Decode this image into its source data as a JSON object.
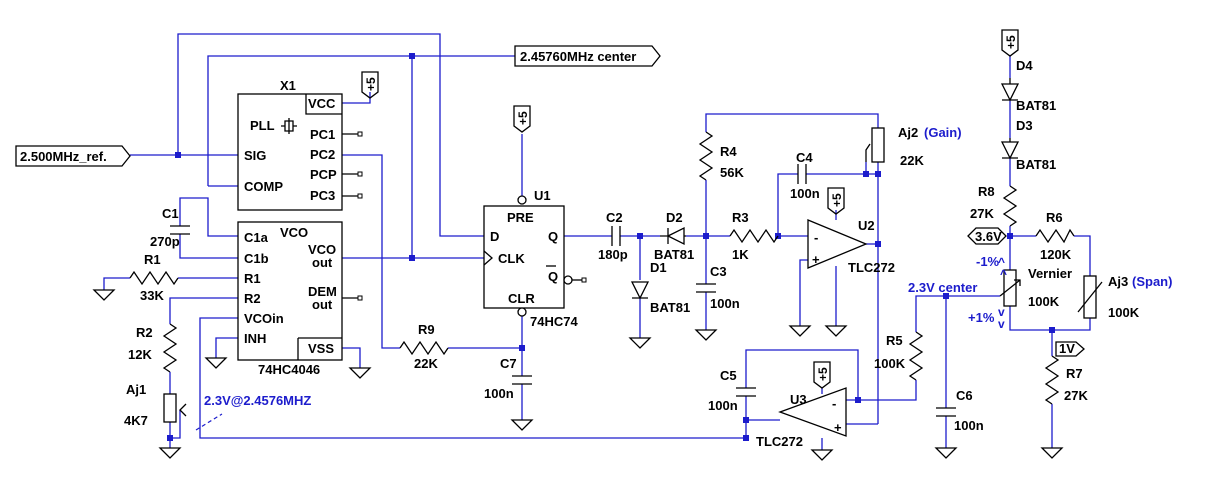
{
  "flags": {
    "center": "2.45760MHz  center",
    "ref": "2.500MHz_ref.",
    "v36": "3.6V",
    "v1": "1V",
    "plus5": "+5"
  },
  "x1": {
    "ref": "X1",
    "vcc": "VCC",
    "pll": "PLL",
    "pc1": "PC1",
    "sig": "SIG",
    "pc2": "PC2",
    "pcp": "PCP",
    "comp": "COMP",
    "pc3": "PC3",
    "vco": "VCO",
    "c1a": "C1a",
    "c1b": "C1b",
    "vco_out_1": "VCO",
    "vco_out_2": "out",
    "r1": "R1",
    "r2": "R2",
    "dem_1": "DEM",
    "dem_2": "out",
    "vcoin": "VCOin",
    "inh": "INH",
    "vss": "VSS",
    "part": "74HC4046"
  },
  "u1": {
    "ref": "U1",
    "pre": "PRE",
    "d": "D",
    "q": "Q",
    "clk": "CLK",
    "qbar": "Q",
    "clr": "CLR",
    "part": "74HC74"
  },
  "comps": {
    "c1": "C1",
    "c1v": "270p",
    "r1": "R1",
    "r1v": "33K",
    "r2": "R2",
    "r2v": "12K",
    "aj1": "Aj1",
    "aj1v": "4K7",
    "r9": "R9",
    "r9v": "22K",
    "c7": "C7",
    "c7v": "100n",
    "c2": "C2",
    "c2v": "180p",
    "d2": "D2",
    "d2v": "BAT81",
    "d1": "D1",
    "d1v": "BAT81",
    "c3": "C3",
    "c3v": "100n",
    "r3": "R3",
    "r3v": "1K",
    "r4": "R4",
    "r4v": "56K",
    "c4": "C4",
    "c4v": "100n",
    "aj2": "Aj2",
    "aj2note": "(Gain)",
    "aj2v": "22K",
    "u2": "U2",
    "u2v": "TLC272",
    "c5": "C5",
    "c5v": "100n",
    "u3": "U3",
    "u3v": "TLC272",
    "r5": "R5",
    "r5v": "100K",
    "c6": "C6",
    "c6v": "100n",
    "d4": "D4",
    "d4v": "BAT81",
    "d3": "D3",
    "d3v": "BAT81",
    "r8": "R8",
    "r8v": "27K",
    "r6": "R6",
    "r6v": "120K",
    "vernier": "Vernier",
    "vernierv": "100K",
    "aj3": "Aj3",
    "aj3note": "(Span)",
    "aj3v": "100K",
    "r7": "R7",
    "r7v": "27K"
  },
  "notes": {
    "minus1": "-1%",
    "plus1": "+1%",
    "center23": "2.3V center",
    "cal": "2.3V@2.4576MHZ"
  },
  "opamp_signs": {
    "minus": "-",
    "plus": "+"
  }
}
